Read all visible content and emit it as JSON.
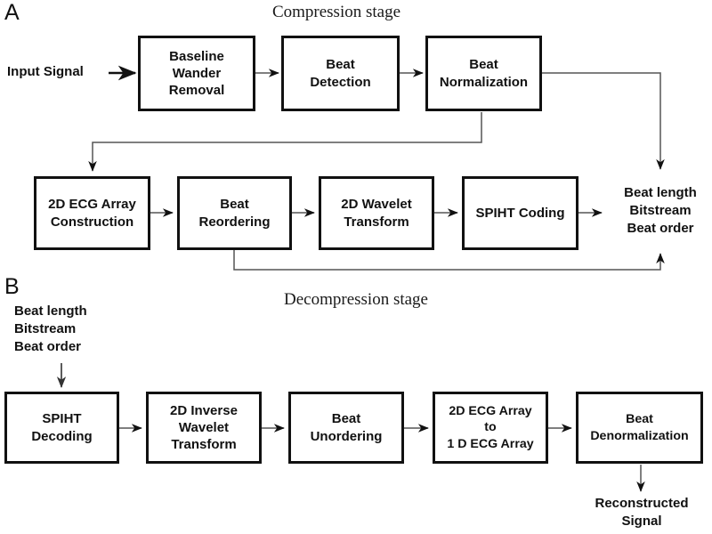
{
  "figure": {
    "panel_a_label": "A",
    "panel_b_label": "B",
    "compression_title": "Compression stage",
    "decompression_title": "Decompression stage"
  },
  "panel_a": {
    "input_label": "Input Signal",
    "output_label": "Beat length\nBitstream\nBeat order",
    "nodes": [
      {
        "id": "baseline-wander-removal",
        "label": "Baseline\nWander\nRemoval"
      },
      {
        "id": "beat-detection",
        "label": "Beat\nDetection"
      },
      {
        "id": "beat-normalization",
        "label": "Beat\nNormalization"
      },
      {
        "id": "2d-ecg-array-construction",
        "label": "2D ECG Array\nConstruction"
      },
      {
        "id": "beat-reordering",
        "label": "Beat\nReordering"
      },
      {
        "id": "2d-wavelet-transform",
        "label": "2D Wavelet\nTransform"
      },
      {
        "id": "spiht-coding",
        "label": "SPIHT Coding"
      }
    ]
  },
  "panel_b": {
    "input_label": "Beat length\nBitstream\nBeat order",
    "output_label": "Reconstructed\nSignal",
    "nodes": [
      {
        "id": "spiht-decoding",
        "label": "SPIHT\nDecoding"
      },
      {
        "id": "2d-inverse-wavelet-transform",
        "label": "2D Inverse\nWavelet\nTransform"
      },
      {
        "id": "beat-unordering",
        "label": "Beat\nUnordering"
      },
      {
        "id": "2d-ecg-array-to-1d-ecg-array",
        "label": "2D ECG Array\nto\n1 D ECG Array"
      },
      {
        "id": "beat-denormalization",
        "label": "Beat\nDenormalization"
      }
    ]
  },
  "colors": {
    "stroke": "#111111",
    "thin_stroke": "#555555",
    "background": "#ffffff",
    "text": "#111111"
  }
}
